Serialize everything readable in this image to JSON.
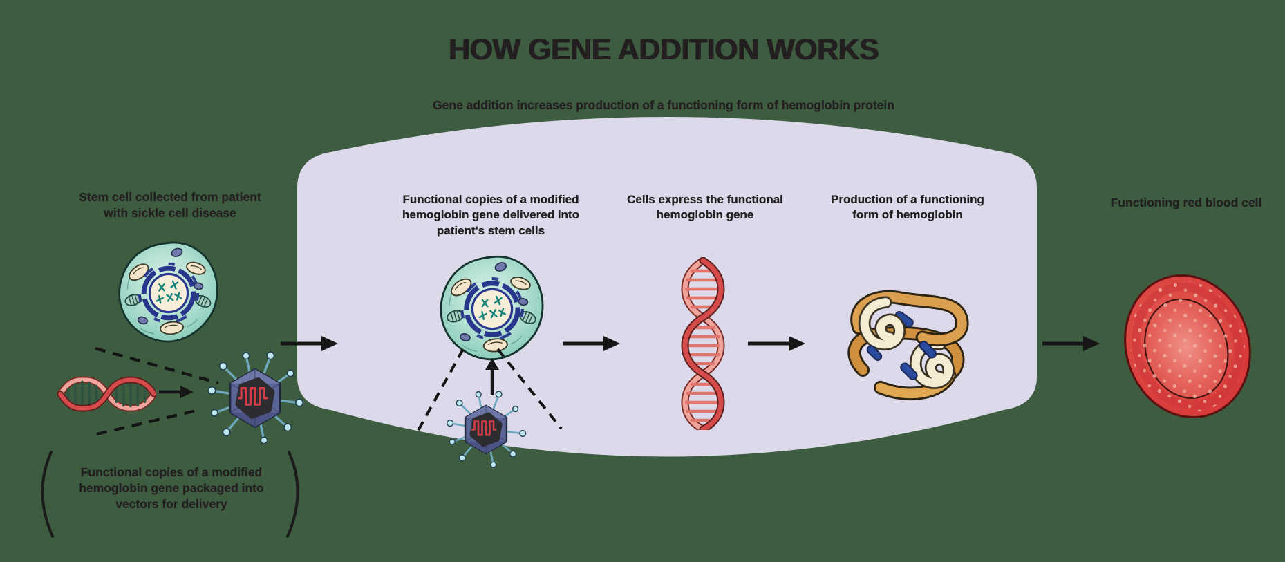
{
  "title": "HOW GENE ADDITION WORKS",
  "subtitle": "Gene addition increases production of a functioning form of hemoglobin protein",
  "left_group": {
    "stem_cell_label": "Stem cell collected from patient with sickle cell disease",
    "vector_caption": "Functional copies of a modified hemoglobin gene packaged into vectors for delivery"
  },
  "steps": [
    {
      "label": "Functional copies of a modified hemoglobin gene delivered into patient's stem cells",
      "icon": "stem-cell-with-viral-vector"
    },
    {
      "label": "Cells express the functional hemoglobin gene",
      "icon": "dna-helix"
    },
    {
      "label": "Production of a functioning form of hemoglobin",
      "icon": "hemoglobin-protein"
    }
  ],
  "result": {
    "label": "Functioning red blood cell",
    "icon": "red-blood-cell"
  },
  "colors": {
    "background": "#3d5c40",
    "panel": "#dcdaea",
    "text": "#231f20",
    "arrow": "#161616",
    "cell_teal": "#9ed5c3",
    "nucleus_blue": "#28368c",
    "chromosome_teal": "#15837a",
    "virus_capsid": "#5b6596",
    "virus_spike": "#bce6f0",
    "gene_red": "#d23c49",
    "dna_red": "#d54a4a",
    "dna_pink": "#efa49c",
    "protein_tan": "#daa04f",
    "protein_cream": "#f4ebd3",
    "heme_blue": "#2a4a9d",
    "rbc_red": "#d63b3b"
  }
}
